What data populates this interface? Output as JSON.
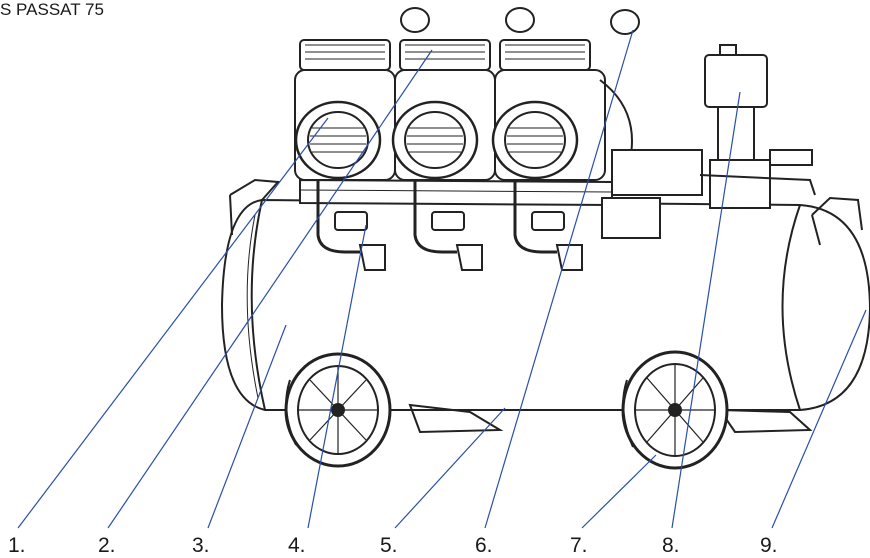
{
  "title": "S PASSAT 75",
  "callouts": [
    {
      "label": "1."
    },
    {
      "label": "2."
    },
    {
      "label": "3."
    },
    {
      "label": "4."
    },
    {
      "label": "5."
    },
    {
      "label": "6."
    },
    {
      "label": "7."
    },
    {
      "label": "8."
    },
    {
      "label": "9."
    }
  ],
  "colors": {
    "leader_line": "#2a4fa8",
    "outline": "#222222",
    "text": "#1a1a1a",
    "background": "#ffffff"
  }
}
